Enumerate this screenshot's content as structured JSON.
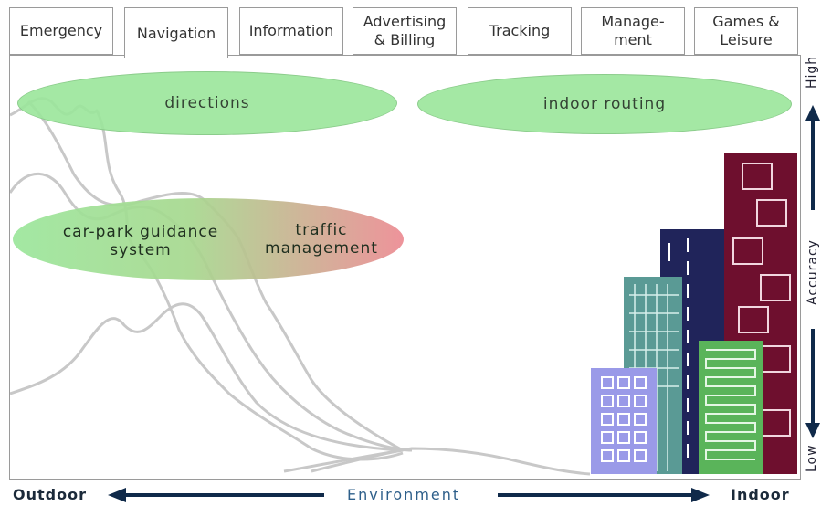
{
  "tabs": [
    {
      "label": "Emergency",
      "active": false
    },
    {
      "label": "Navigation",
      "active": true
    },
    {
      "label": "Information",
      "active": false
    },
    {
      "label": "Advertising\n& Billing",
      "active": false
    },
    {
      "label": "Tracking",
      "active": false
    },
    {
      "label": "Manage-\nment",
      "active": false
    },
    {
      "label": "Games &\nLeisure",
      "active": false
    }
  ],
  "services": [
    {
      "label": "directions"
    },
    {
      "label": "indoor routing"
    },
    {
      "label": "car-park guidance\nsystem"
    },
    {
      "label": "traffic\nmanagement"
    }
  ],
  "accuracy_axis": {
    "high": "High",
    "label": "Accuracy",
    "low": "Low"
  },
  "environment_axis": {
    "left": "Outdoor",
    "label": "Environment",
    "right": "Indoor"
  },
  "colors": {
    "green": "#9be69b",
    "red": "#e98a8a",
    "arrow": "#102a4a",
    "building_maroon": "#6e0f2e",
    "building_navy": "#20245a",
    "building_teal": "#5a9a95",
    "building_green": "#5ab45a",
    "building_lilac": "#9a9ae8"
  }
}
